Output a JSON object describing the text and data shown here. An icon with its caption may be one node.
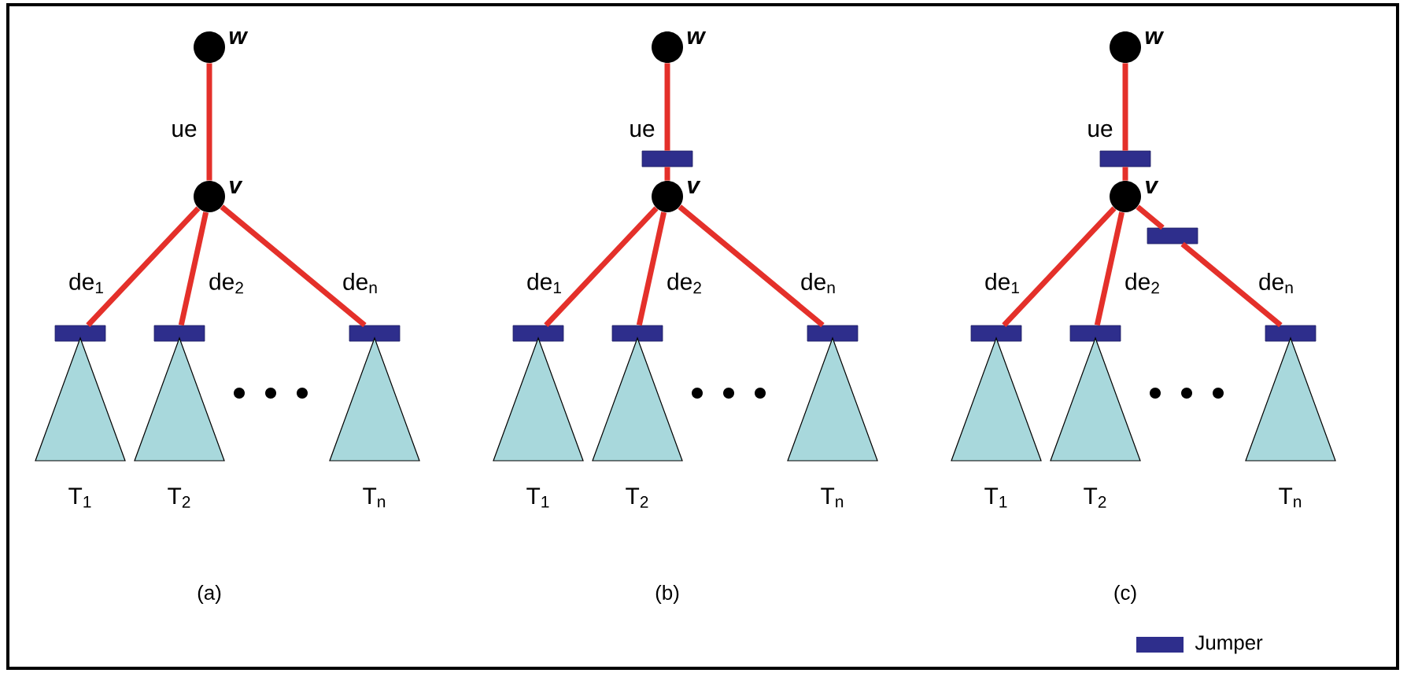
{
  "diagram": {
    "nodes": [
      {
        "text": [],
        "shape": "circle",
        "beside": [
          "w"
        ]
      },
      {
        "text": [],
        "shape": "circle",
        "beside": [
          "v"
        ]
      },
      {
        "text": [],
        "shape": "bar"
      },
      {
        "text": [],
        "shape": "bar"
      },
      {
        "text": [],
        "shape": "bar"
      },
      {
        "text": [],
        "shape": "triangle",
        "beside": [
          "T$_{1}$"
        ]
      },
      {
        "text": [],
        "shape": "triangle",
        "beside": [
          "T$_{2}$"
        ]
      },
      {
        "text": [],
        "shape": "triangle",
        "beside": [
          "T$_{n}$"
        ]
      },
      {
        "text": [],
        "shape": "circle",
        "beside": [
          "w"
        ]
      },
      {
        "text": [],
        "shape": "circle",
        "beside": [
          "v"
        ]
      },
      {
        "text": [],
        "shape": "bar"
      },
      {
        "text": [],
        "shape": "bar"
      },
      {
        "text": [],
        "shape": "bar"
      },
      {
        "text": [],
        "shape": "bar"
      },
      {
        "text": [],
        "shape": "triangle",
        "beside": [
          "T$_{1}$"
        ]
      },
      {
        "text": [],
        "shape": "triangle",
        "beside": [
          "T$_{2}$"
        ]
      },
      {
        "text": [],
        "shape": "triangle",
        "beside": [
          "T$_{n}$"
        ]
      },
      {
        "text": [],
        "shape": "circle",
        "beside": [
          "w"
        ]
      },
      {
        "text": [],
        "shape": "circle",
        "beside": [
          "v"
        ]
      },
      {
        "text": [],
        "shape": "bar"
      },
      {
        "text": [],
        "shape": "bar"
      },
      {
        "text": [],
        "shape": "bar"
      },
      {
        "text": [],
        "shape": "bar"
      },
      {
        "text": [],
        "shape": "bar"
      },
      {
        "text": [],
        "shape": "triangle",
        "beside": [
          "T$_{1}$"
        ]
      },
      {
        "text": [],
        "shape": "triangle",
        "beside": [
          "T$_{2}$"
        ]
      },
      {
        "text": [],
        "shape": "triangle",
        "beside": [
          "T$_{n}$"
        ]
      }
    ],
    "edges": [
      {
        "from": 0,
        "to": 1,
        "arrow": "none",
        "label": "ue"
      },
      {
        "from": 1,
        "to": 2,
        "arrow": "none",
        "label": "de$_{1}$"
      },
      {
        "from": 1,
        "to": 3,
        "arrow": "none",
        "label": "de$_{2}$"
      },
      {
        "from": 1,
        "to": 4,
        "arrow": "none",
        "label": "de$_{n}$"
      },
      {
        "from": 8,
        "to": 10,
        "arrow": "none",
        "label": "ue"
      },
      {
        "from": 10,
        "to": 9,
        "arrow": "none"
      },
      {
        "from": 9,
        "to": 11,
        "arrow": "none",
        "label": "de$_{1}$"
      },
      {
        "from": 9,
        "to": 12,
        "arrow": "none",
        "label": "de$_{2}$"
      },
      {
        "from": 9,
        "to": 13,
        "arrow": "none",
        "label": "de$_{n}$"
      },
      {
        "from": 17,
        "to": 19,
        "arrow": "none",
        "label": "ue"
      },
      {
        "from": 19,
        "to": 18,
        "arrow": "none"
      },
      {
        "from": 18,
        "to": 21,
        "arrow": "none",
        "label": "de$_{1}$"
      },
      {
        "from": 18,
        "to": 22,
        "arrow": "none",
        "label": "de$_{2}$"
      },
      {
        "from": 18,
        "to": 20,
        "arrow": "none"
      },
      {
        "from": 20,
        "to": 23,
        "arrow": "none",
        "label": "de$_{n}$"
      }
    ],
    "labels": [
      "(a)",
      "(b)",
      "(c)"
    ],
    "legend": [
      {
        "text": "Jumper",
        "color": "#2e2e8c"
      }
    ]
  }
}
